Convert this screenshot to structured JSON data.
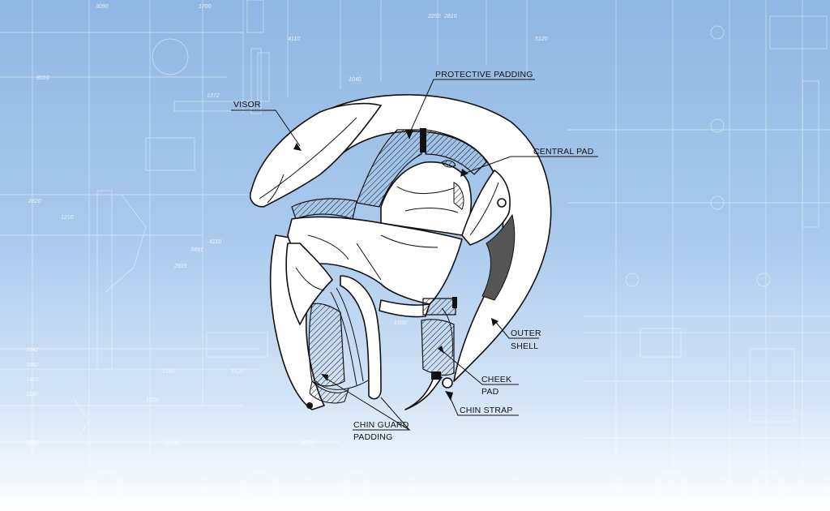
{
  "diagram": {
    "labels": {
      "visor": "VISOR",
      "protective_padding": "PROTECTIVE PADDING",
      "central_pad": "CENTRAL PAD",
      "outer_shell_1": "OUTER",
      "outer_shell_2": "SHELL",
      "cheek_pad_1": "CHEEK",
      "cheek_pad_2": "PAD",
      "chin_strap": "CHIN STRAP",
      "chin_guard_1": "CHIN GUARD",
      "chin_guard_2": "PADDING"
    },
    "blueprint_numbers": [
      "3090",
      "1700",
      "2250",
      "2810",
      "5120",
      "4110",
      "1040",
      "8010",
      "1372",
      "2820",
      "1210",
      "2919",
      "3491",
      "4110",
      "1540",
      "1520",
      "2642",
      "1642",
      "1420",
      "1140",
      "2890",
      "1722",
      "3400",
      "2890",
      "1600"
    ]
  },
  "colors": {
    "sky_top": "#8fb7e3",
    "sky_bottom": "#ffffff",
    "ink": "#111111",
    "blueprint_line": "#ffffff"
  }
}
